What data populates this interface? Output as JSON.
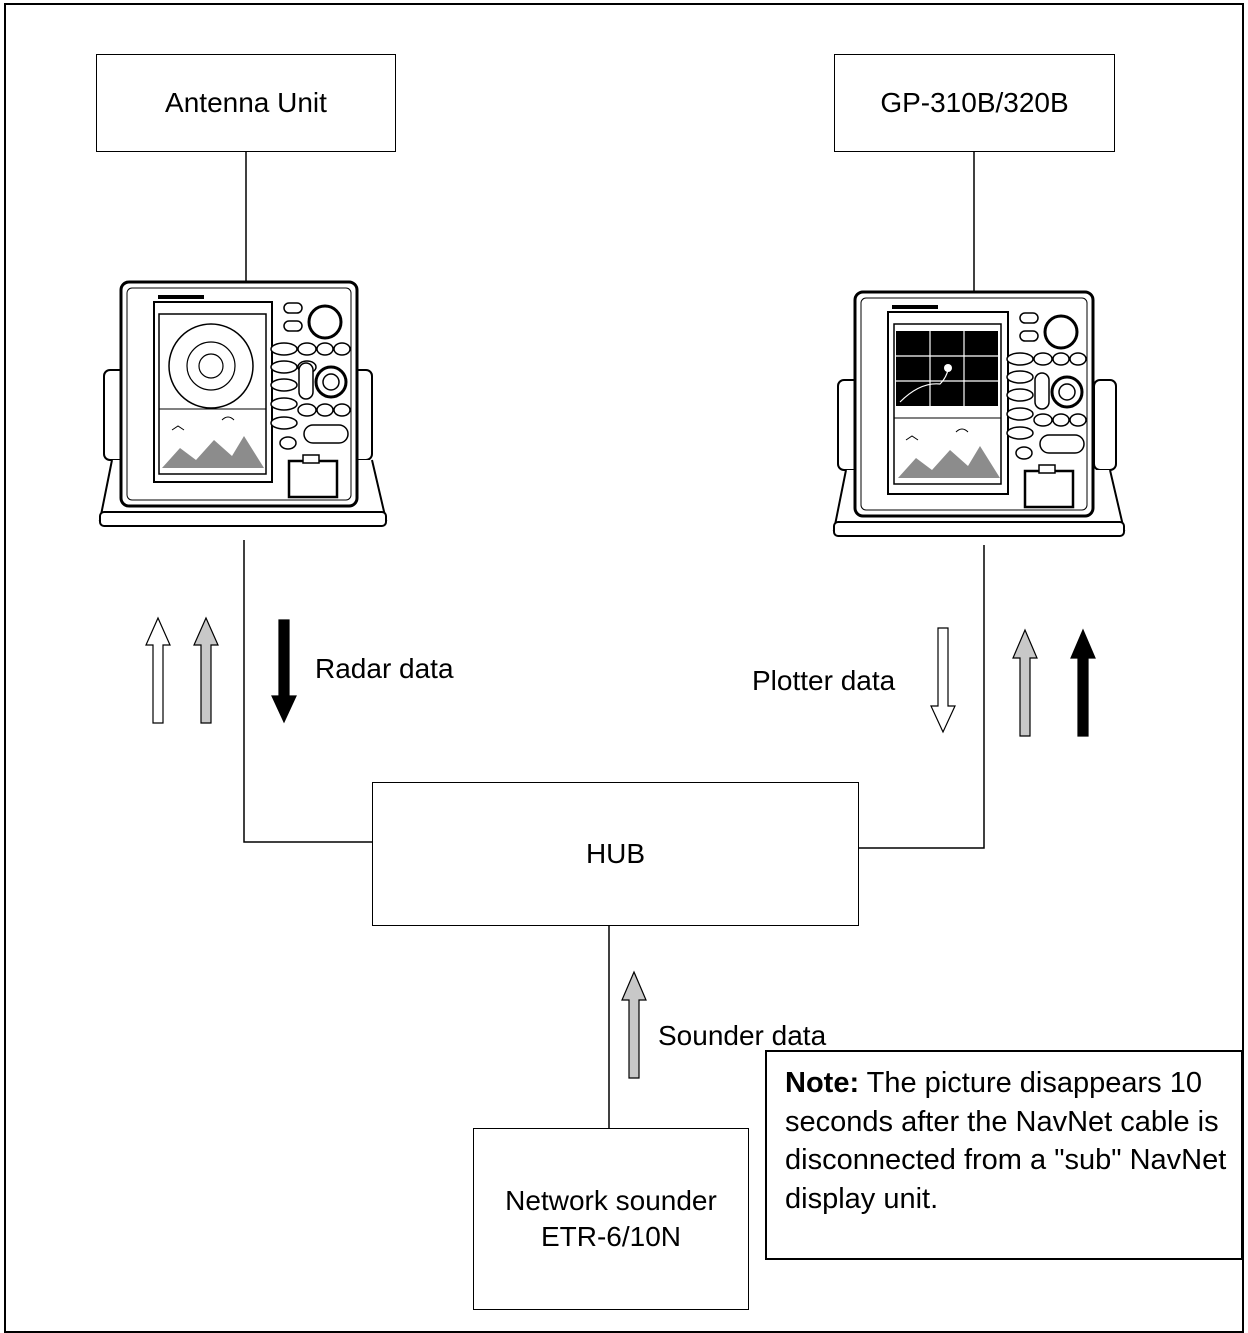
{
  "boxes": {
    "antenna": "Antenna Unit",
    "gps": "GP-310B/320B",
    "hub": "HUB",
    "sounder_line1": "Network sounder",
    "sounder_line2": "ETR-6/10N"
  },
  "flows": {
    "radar": "Radar data",
    "plotter": "Plotter data",
    "sounder": "Sounder data"
  },
  "note": {
    "heading": "Note:",
    "text": "The picture disappears 10 seconds after the NavNet cable is disconnected from a \"sub\" NavNet display unit."
  },
  "colors": {
    "radar_arrow": "#000000",
    "sounder_arrow": "#c8c8c8",
    "plotter_arrow": "#ffffff",
    "line": "#000000"
  }
}
